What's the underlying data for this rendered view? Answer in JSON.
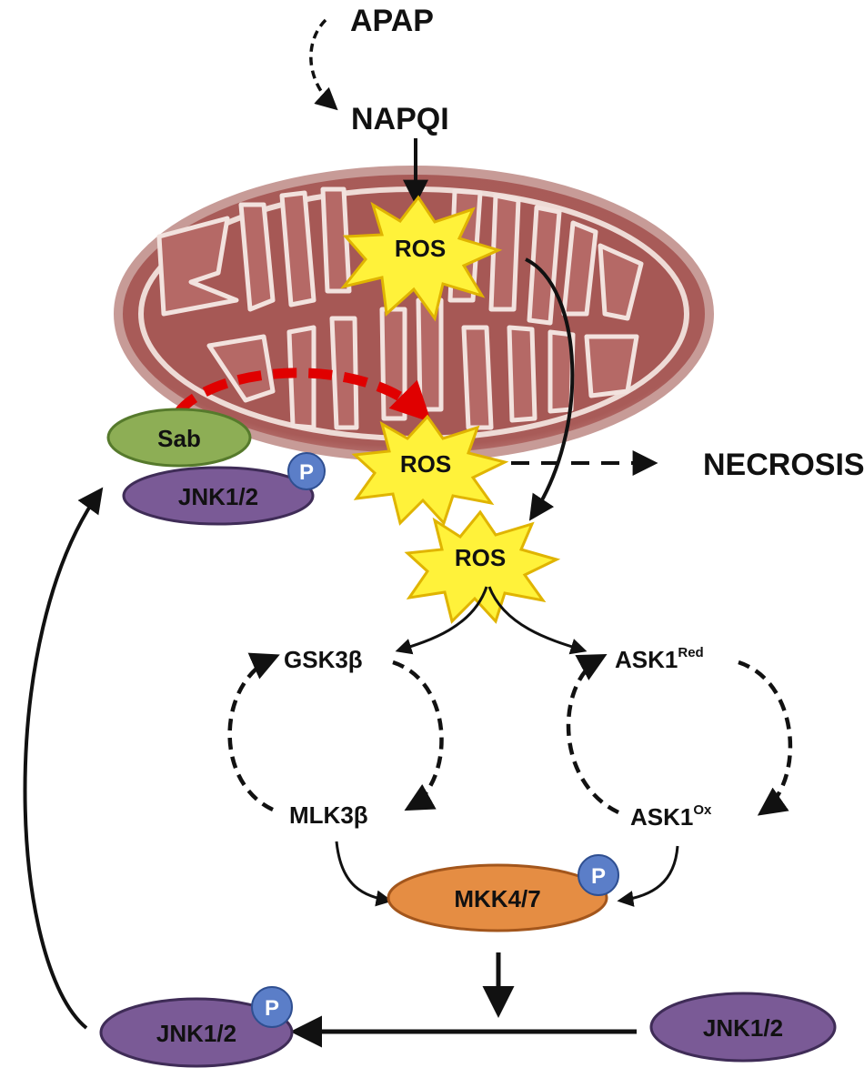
{
  "labels": {
    "apap": "APAP",
    "napqi": "NAPQI",
    "ros_inner": "ROS",
    "ros_outer_left": "ROS",
    "ros_center": "ROS",
    "necrosis": "NECROSIS",
    "sab": "Sab",
    "jnk_top": "JNK1/2",
    "gsk3b": "GSK3β",
    "mlk3b": "MLK3β",
    "ask1": "ASK1",
    "ask1_red_sup": "Red",
    "ask1_ox_sup": "Ox",
    "mkk47": "MKK4/7",
    "jnk_bottom_left": "JNK1/2",
    "jnk_bottom_right": "JNK1/2",
    "phospho": "P"
  },
  "colors": {
    "mito_outer": "#b96e6b",
    "mito_inner": "#a45855",
    "mito_cristae": "#efdcd8",
    "ros_burst": "#fff23a",
    "ros_burst_stroke": "#e0b400",
    "sab": "#8dae55",
    "jnk": "#7a5a96",
    "mkk": "#e58d43",
    "phospho": "#5b7ec8",
    "red_arrow": "#e00000",
    "ink": "#111111"
  }
}
